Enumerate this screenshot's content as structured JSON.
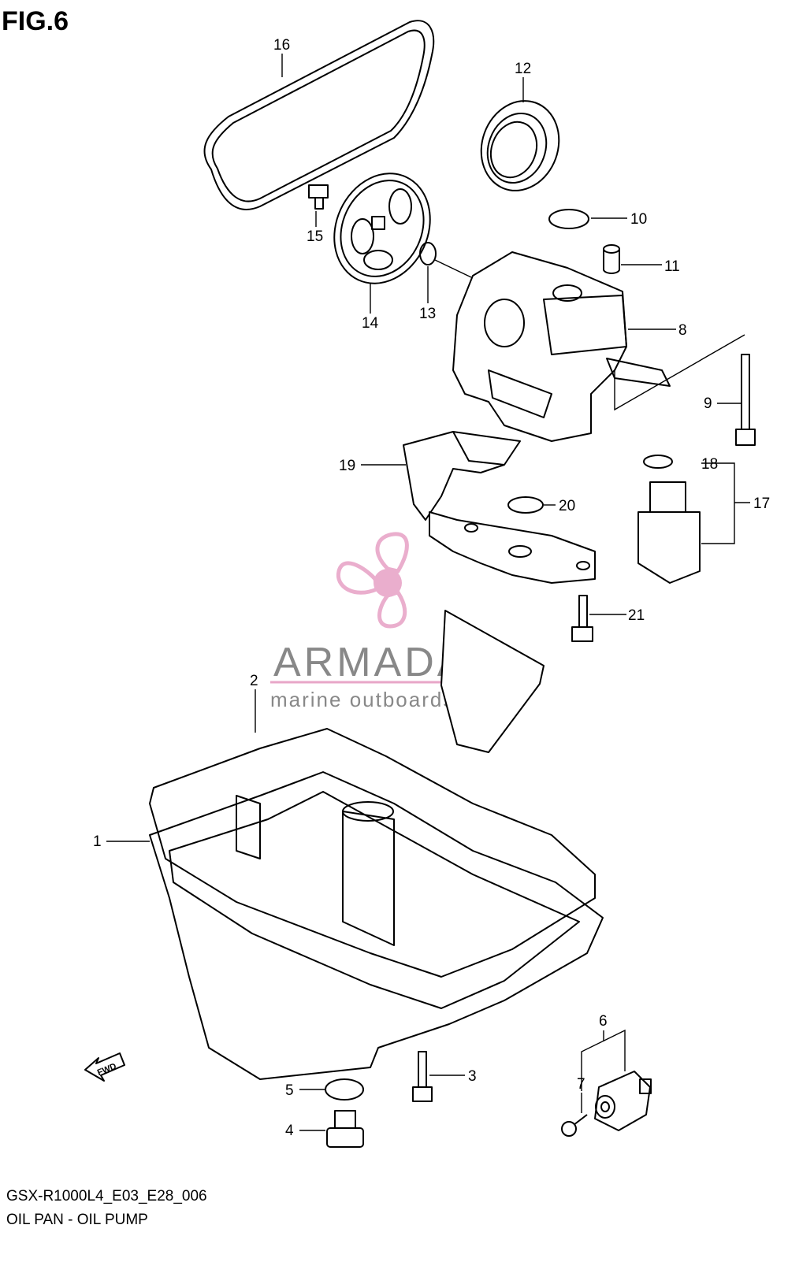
{
  "figure_title": "FIG.6",
  "footer": {
    "code": "GSX-R1000L4_E03_E28_006",
    "name": "OIL PAN - OIL PUMP"
  },
  "watermark": {
    "brand": "ARMADA",
    "tagline": "marine outboards",
    "logo_color": "#e8a6c8"
  },
  "fwd_label": "FWD",
  "callouts": [
    "1",
    "2",
    "3",
    "4",
    "5",
    "6",
    "7",
    "8",
    "9",
    "10",
    "11",
    "12",
    "13",
    "14",
    "15",
    "16",
    "17",
    "18",
    "19",
    "20",
    "21"
  ]
}
